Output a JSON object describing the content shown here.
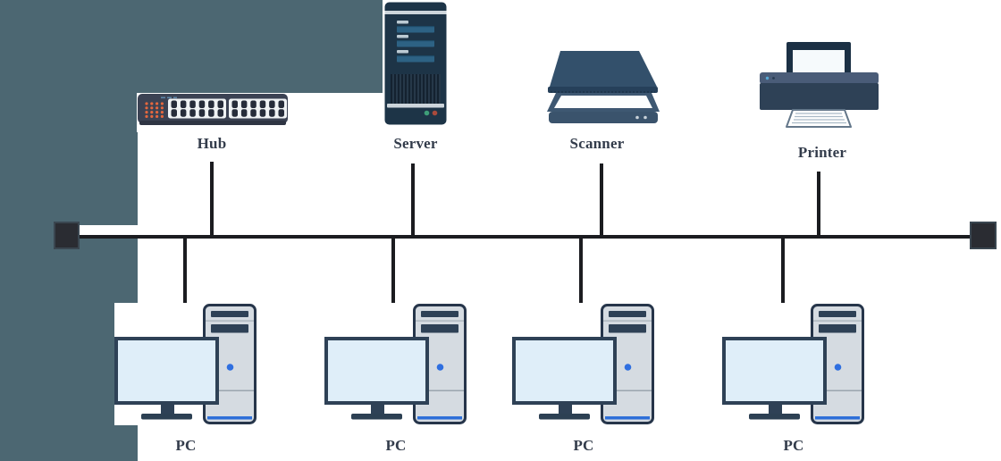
{
  "diagram": {
    "type": "bus-network",
    "colors": {
      "background": "#FFFFFF",
      "panel": "#4C6772",
      "connector": "#1B1C20",
      "label_text": "#333C4B",
      "device_dark_navy": "#2E4156",
      "device_light_gray": "#D5DBE1",
      "screen_light_blue": "#DFEEF9",
      "accent_blue": "#2F6FE0",
      "hub_led_orange": "#E5673E",
      "server_bay_blue": "#2D6284",
      "led_green": "#3E9E78",
      "led_red": "#A94A3C"
    },
    "devices": {
      "hub": {
        "label": "Hub",
        "icon": "hub-icon"
      },
      "server": {
        "label": "Server",
        "icon": "server-icon"
      },
      "scanner": {
        "label": "Scanner",
        "icon": "scanner-icon"
      },
      "printer": {
        "label": "Printer",
        "icon": "printer-icon"
      },
      "pc1": {
        "label": "PC",
        "icon": "pc-icon"
      },
      "pc2": {
        "label": "PC",
        "icon": "pc-icon"
      },
      "pc3": {
        "label": "PC",
        "icon": "pc-icon"
      },
      "pc4": {
        "label": "PC",
        "icon": "pc-icon"
      }
    }
  }
}
